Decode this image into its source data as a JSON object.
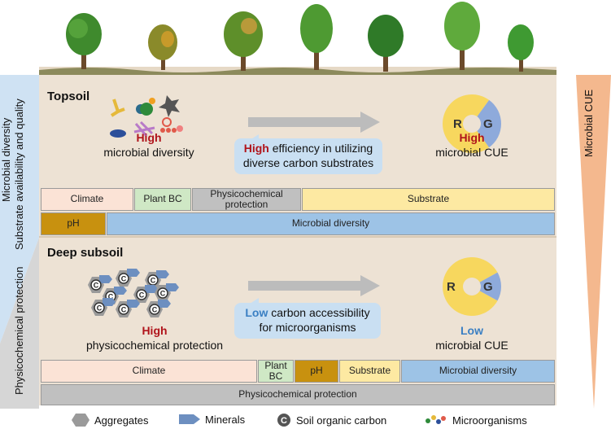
{
  "topsoil": {
    "title": "Topsoil",
    "left_high": "High",
    "left_text": "microbial diversity",
    "callout_high": "High",
    "callout_line1": " efficiency in utilizing",
    "callout_line2": "diverse carbon substrates",
    "cue_high": "High",
    "cue_text": "microbial CUE",
    "cue_fraction_G": 0.3,
    "bars_row1": [
      "Climate",
      "Plant BC",
      "Physicochemical protection",
      "Substrate"
    ],
    "bars_row2": [
      "pH",
      "Microbial diversity"
    ]
  },
  "subsoil": {
    "title": "Deep subsoil",
    "left_high": "High",
    "left_text": "physicochemical protection",
    "callout_low": "Low",
    "callout_line1": " carbon accessibility",
    "callout_line2": "for microorganisms",
    "cue_low": "Low",
    "cue_text": "microbial CUE",
    "cue_fraction_G": 0.16,
    "bars_row1": [
      "Climate",
      "Plant BC",
      "pH",
      "Substrate",
      "Microbial diversity"
    ],
    "bars_row2": [
      "Physicochemical protection"
    ]
  },
  "cue_labels": {
    "R": "R",
    "G": "G"
  },
  "side": {
    "left_outer_top": "Microbial diversity",
    "left_outer_mid": "Substrate availability and quality",
    "left_bottom": "Physicochemical protection",
    "right": "Microbial CUE"
  },
  "aggregate_c": "C",
  "legend": {
    "aggregates": "Aggregates",
    "minerals": "Minerals",
    "soc_symbol": "C",
    "soc": "Soil organic carbon",
    "microorganisms": "Microorganisms"
  },
  "colors": {
    "climate": "#fbe3d6",
    "plant_bc": "#cfe8c5",
    "protection": "#c0c0c0",
    "substrate": "#fde9a2",
    "ph": "#c8910f",
    "diversity": "#9dc3e6",
    "cue_R": "#f7d75e",
    "cue_G": "#8eaadb",
    "right_wedge": "#f4b88e",
    "left_wedge": "#cfe2f3",
    "soil": "#ede2d4"
  }
}
